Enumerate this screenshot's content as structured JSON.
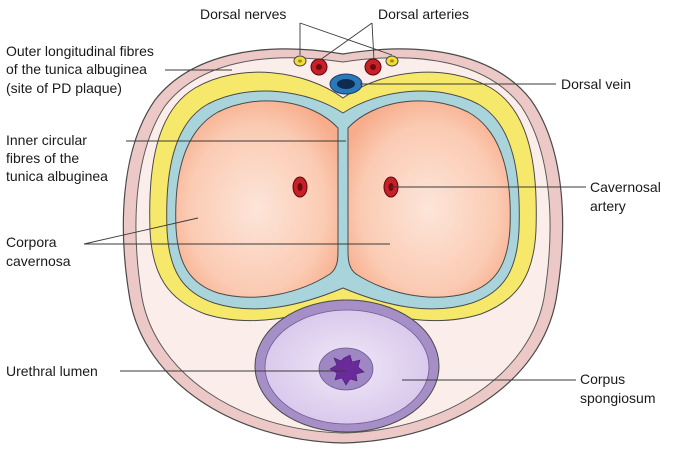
{
  "labels": {
    "dorsal_nerves": "Dorsal nerves",
    "dorsal_arteries": "Dorsal arteries",
    "outer_fibres": [
      "Outer longitudinal fibres",
      "of the tunica albuginea",
      "(site of PD plaque)"
    ],
    "dorsal_vein": "Dorsal vein",
    "inner_fibres": [
      "Inner circular",
      "fibres of the",
      "tunica albuginea"
    ],
    "cavernosal_artery": [
      "Cavernosal",
      "artery"
    ],
    "corpora_cavernosa": [
      "Corpora",
      "cavernosa"
    ],
    "urethral_lumen": "Urethral lumen",
    "corpus_spongiosum": [
      "Corpus",
      "spongiosum"
    ]
  },
  "colors": {
    "skin_outer": "#ecc9c6",
    "skin_inner": "#fbeeea",
    "tunica_outer": "#f5e86a",
    "tunica_inner": "#a9d4dc",
    "cavernosa_center": "#fde3d6",
    "cavernosa_edge": "#f8b393",
    "spongiosum_outer": "#a58fc6",
    "spongiosum_inner": "#e8dcf3",
    "artery": "#c91f28",
    "nerve": "#f2dc3a",
    "vein": "#2a78b8",
    "urethra": "#6a2a9a",
    "outline": "#3a3a3a"
  }
}
